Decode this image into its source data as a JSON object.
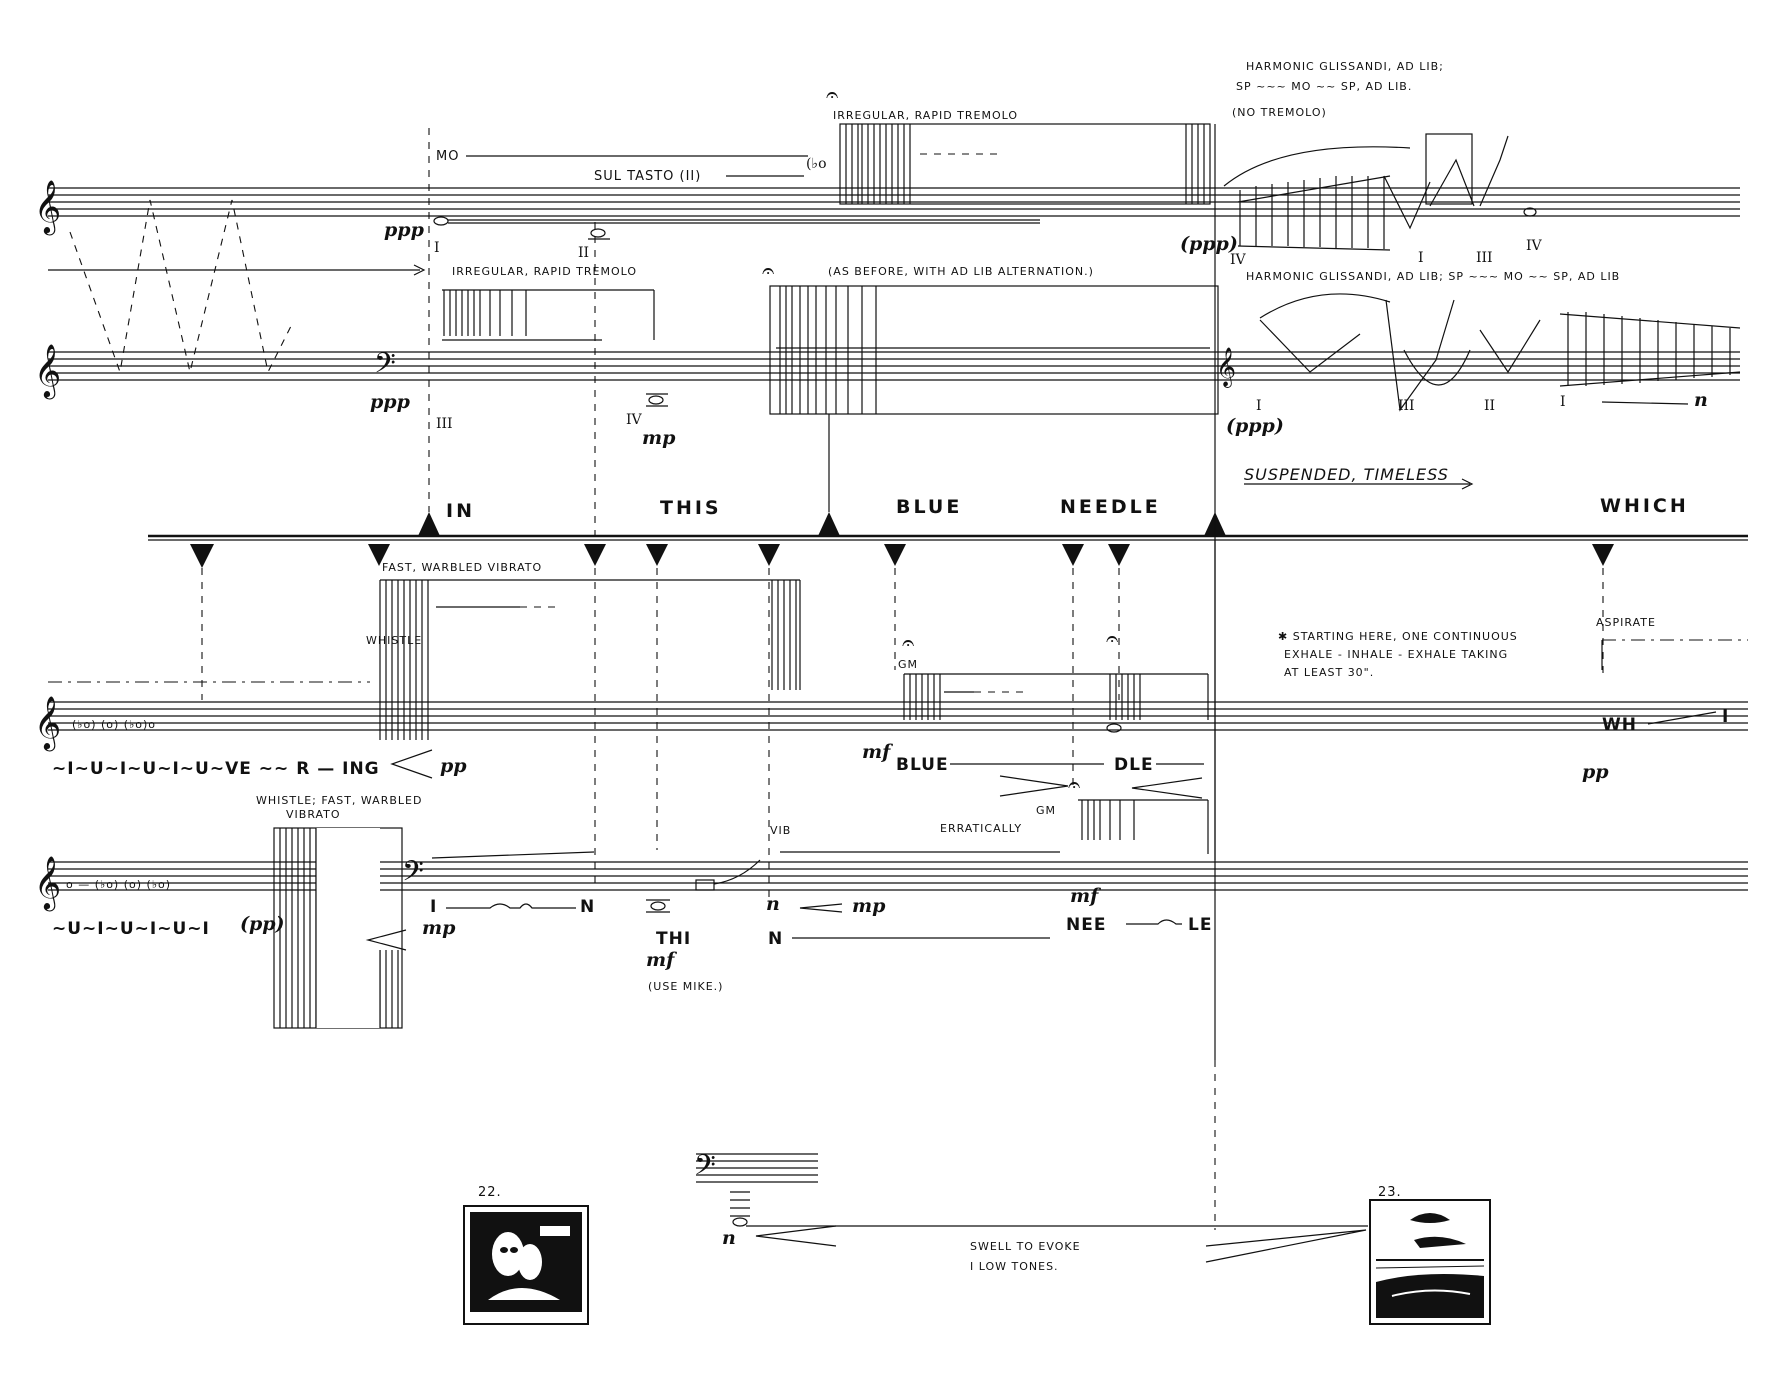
{
  "directions": {
    "mo": "MO",
    "sul_tasto": "SUL TASTO (II)",
    "irregular_tremolo_top": "IRREGULAR, RAPID TREMOLO",
    "irregular_tremolo_second": "IRREGULAR, RAPID TREMOLO",
    "as_before": "(AS BEFORE, WITH AD LIB ALTERNATION.)",
    "harmonic_glissandi_1": "HARMONIC GLISSANDI, AD LIB;",
    "sp_mo_sp": "SP ~~~ MO ~~ SP, AD LIB.",
    "no_tremolo": "(NO TREMOLO)",
    "harmonic_glissandi_2": "HARMONIC GLISSANDI, AD LIB; SP ~~~ MO ~~ SP, AD LIB",
    "suspended": "SUSPENDED, TIMELESS",
    "fast_warbled": "FAST, WARBLED VIBRATO",
    "whistle": "WHISTLE",
    "whistle_fast": "WHISTLE; FAST, WARBLED",
    "vibrato": "VIBRATO",
    "gm_1": "GM",
    "gm_2": "GM",
    "vib": "VIB",
    "erratically": "ERRATICALLY",
    "aspirate": "ASPIRATE",
    "starting_note": "✱ STARTING HERE, ONE CONTINUOUS",
    "starting_note_2": "EXHALE - INHALE - EXHALE TAKING",
    "starting_note_3": "AT LEAST 30\".",
    "use_mike": "(USE MIKE.)",
    "swell": "SWELL TO EVOKE",
    "low_tones": "I LOW TONES."
  },
  "strings": {
    "I_1": "I",
    "II_1": "II",
    "IV_1": "IV",
    "I_2": "I",
    "III_1": "III",
    "IV_2": "IV",
    "III_2": "III",
    "IV_3": "IV",
    "I_3": "I",
    "III_3": "III",
    "II_2": "II",
    "I_4": "I"
  },
  "dynamics": {
    "ppp_1": "ppp",
    "ppp_2": "ppp",
    "ppp_paren_1": "(ppp)",
    "ppp_paren_2": "(ppp)",
    "mp_1": "mp",
    "pp_1": "pp",
    "mf_1": "mf",
    "mf_2": "mf",
    "pp_paren": "(pp)",
    "mp_2": "mp",
    "mf_3": "mf",
    "n_1": "n",
    "mp_3": "mp",
    "pp_2": "pp",
    "n_2": "n",
    "n_3": "n"
  },
  "timeline_words": [
    "IN",
    "THIS",
    "BLUE",
    "NEEDLE",
    "WHICH"
  ],
  "lyrics": {
    "voice1_pre": "~I~U~I~U~I~U~VE ~~ R — ING",
    "blue": "BLUE",
    "dle": "DLE",
    "wh": "WH",
    "i": "I",
    "voice2_pre": "~U~I~U~I~U~I",
    "i_syl": "I",
    "n_syl": "N",
    "thi": "THI",
    "n_long": "N",
    "nee": "NEE",
    "le": "LE"
  },
  "slides": {
    "slide_22": "22.",
    "slide_23": "23."
  },
  "icons": [
    "treble-clef-icon",
    "bass-clef-icon",
    "fermata-icon",
    "triangle-cue-icon"
  ]
}
